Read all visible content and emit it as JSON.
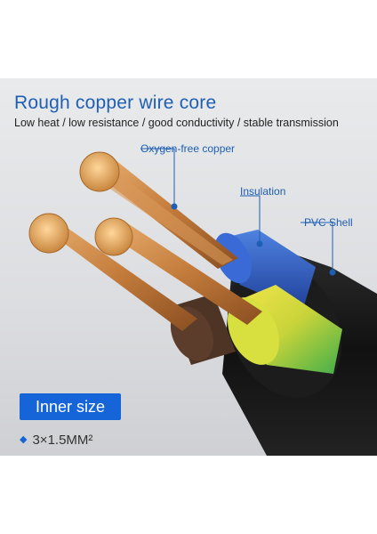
{
  "header": {
    "title": "Rough copper wire core",
    "subtitle": "Low heat / low resistance / good conductivity / stable transmission"
  },
  "callouts": {
    "copper": "Oxygen-free copper",
    "insulation": "Insulation",
    "shell": "PVC  Shell"
  },
  "inner_size": {
    "label": "Inner size",
    "spec": "3×1.5MM²"
  },
  "colors": {
    "accent": "#1565d8",
    "title": "#1e5fb3",
    "copper": "#c8884a",
    "shell": "#1a1a1a",
    "insulation_blue": "#2f5fc6",
    "insulation_yellow_green": "#c6d63a",
    "insulation_brown": "#5a3a28"
  },
  "icons": {
    "bullet": "diamond-icon"
  }
}
